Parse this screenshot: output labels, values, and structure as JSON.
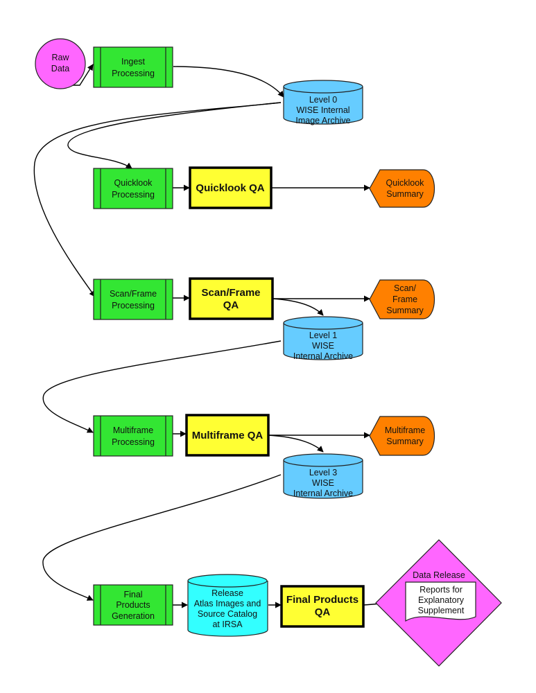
{
  "nodes": {
    "raw_data": [
      "Raw",
      "Data"
    ],
    "ingest": [
      "Ingest",
      "Processing"
    ],
    "level0": [
      "Level 0",
      "WISE Internal",
      "Image Archive"
    ],
    "quicklook_proc": [
      "Quicklook",
      "Processing"
    ],
    "quicklook_qa": [
      "Quicklook QA"
    ],
    "quicklook_summary": [
      "Quicklook",
      "Summary"
    ],
    "scanframe_proc": [
      "Scan/Frame",
      "Processing"
    ],
    "scanframe_qa": [
      "Scan/Frame",
      "QA"
    ],
    "scanframe_summary": [
      "Scan/",
      "Frame",
      "Summary"
    ],
    "level1": [
      "Level 1",
      "WISE",
      "Internal Archive"
    ],
    "multiframe_proc": [
      "Multiframe",
      "Processing"
    ],
    "multiframe_qa": [
      "Multiframe QA"
    ],
    "multiframe_summary": [
      "Multiframe",
      "Summary"
    ],
    "level3": [
      "Level 3",
      "WISE",
      "Internal Archive"
    ],
    "final_gen": [
      "Final",
      "Products",
      "Generation"
    ],
    "release": [
      "Release",
      "Atlas Images and",
      "Source Catalog",
      "at IRSA"
    ],
    "final_qa": [
      "Final Products",
      "QA"
    ],
    "data_release": [
      "Data Release"
    ],
    "reports": [
      "Reports for",
      "Explanatory",
      "Supplement"
    ]
  },
  "colors": {
    "process": "#33e633",
    "qa": "#ffff33",
    "archive": "#66ccff",
    "release_archive": "#33ffff",
    "summary": "#ff8000",
    "start": "#ff66ff",
    "data_release": "#ff66ff",
    "document": "#ffffff"
  }
}
